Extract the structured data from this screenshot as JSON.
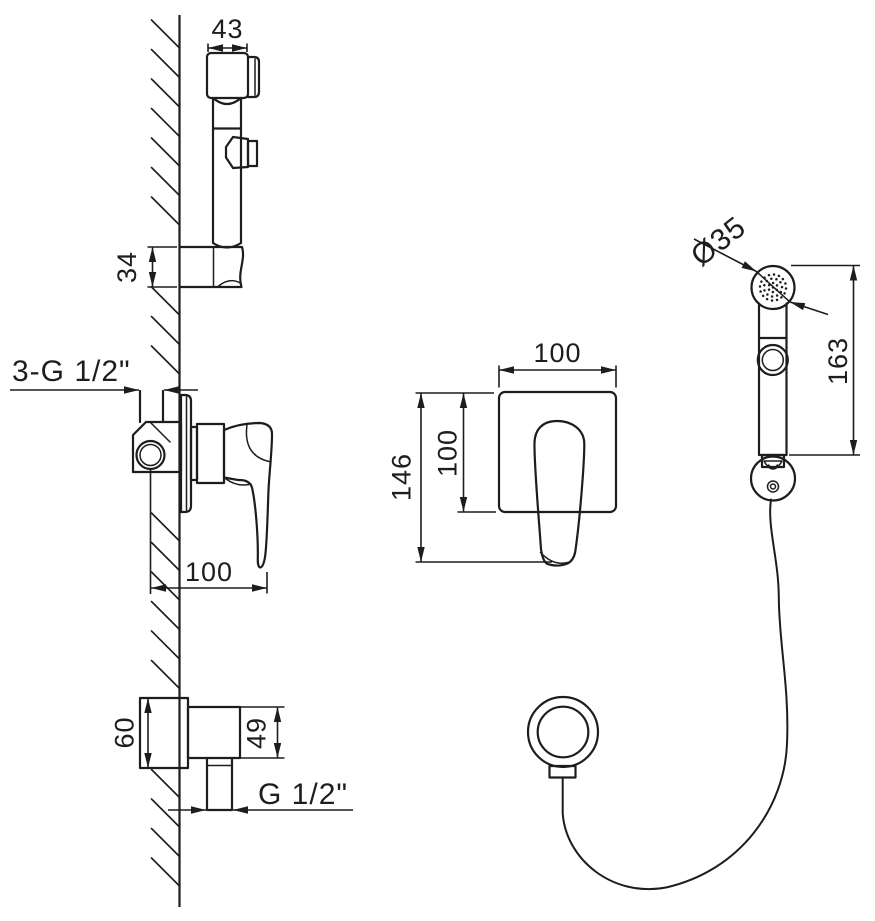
{
  "drawing": {
    "colors": {
      "line": "#1d1d1d",
      "background": "#ffffff"
    },
    "labels": {
      "sprayer_side_head_width": "43",
      "sprayer_side_holder_height": "34",
      "valve_connections": "3-G 1/2\"",
      "valve_offset": "100",
      "trim_plate_width": "100",
      "trim_plate_height": "100",
      "trim_total_height": "146",
      "sprayer_front_head_diameter": "Ø35",
      "sprayer_front_length": "163",
      "outlet_flange_height": "60",
      "outlet_body_height": "49",
      "outlet_thread": "G 1/2\""
    }
  }
}
